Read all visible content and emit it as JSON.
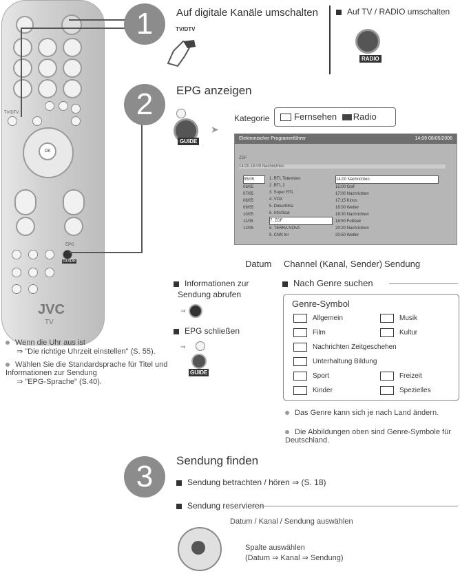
{
  "remote": {
    "brand": "JVC",
    "sub": "TV",
    "tv_dtv_tag": "TV/DTV",
    "ok_label": "OK",
    "epg_tag": "EPG",
    "guide_tag": "GUIDE"
  },
  "step1": {
    "number": "1",
    "title": "Auf digitale Kanäle umschalten",
    "button_label": "TV/DTV",
    "alt_title": "Auf TV / RADIO umschalten",
    "alt_button": "RADIO"
  },
  "step2": {
    "number": "2",
    "title": "EPG anzeigen",
    "button_label": "GUIDE",
    "kategorie_label": "Kategorie",
    "cat_tv": "Fernsehen",
    "cat_radio": "Radio",
    "epg": {
      "header_title": "Elektronischer Programmführer",
      "header_time": "14:09   08/05/2006",
      "channel_name": "ZDF",
      "now_info": "14:00-15:00  Nachrichten",
      "dates": [
        "05/05",
        "06/05",
        "07/05",
        "08/05",
        "09/05",
        "10/05",
        "11/05",
        "12/05"
      ],
      "channels": [
        "1. RTL Television",
        "2. RTL 2",
        "3. Super RTL",
        "4. VOX",
        "5. Doku/KiKa",
        "6. Info/3sat",
        "7. ZDF",
        "8. TERRA NOVA",
        "9. CNN Int"
      ],
      "programs": [
        "14:00 Nachrichten",
        "15:00 Golf",
        "17:00 Nachrichten",
        "17:15 Kinos",
        "18:00 Wetter",
        "18:30 Nachrichten",
        "18:50 Fußball",
        "20:20 Nachrichten",
        "20:50 Wetter"
      ]
    },
    "label_datum": "Datum",
    "label_channel": "Channel (Kanal, Sender)",
    "label_sendung": "Sendung",
    "info_title_1": "Informationen zur",
    "info_title_2": "Sendung abrufen",
    "epg_close": "EPG schließen",
    "guide_small": "GUIDE",
    "genre_search": "Nach Genre suchen",
    "genre_title": "Genre-Symbol",
    "genres_left": [
      "Allgemein",
      "Film",
      "Nachrichten Zeitgeschehen",
      "Unterhaltung Bildung",
      "Sport",
      "Kinder"
    ],
    "genres_right": [
      "Musik",
      "Kultur",
      "",
      "",
      "Freizeit",
      "Spezielles"
    ],
    "genre_note_1": "Das Genre kann sich je nach Land ändern.",
    "genre_note_2": "Die Abbildungen oben sind Genre-Symbole für Deutschland."
  },
  "notes": {
    "n1": "Wenn die Uhr aus ist",
    "n1_ref": "\"Die richtige Uhrzeit einstellen\" (S. 55).",
    "n2": "Wählen Sie die Standardsprache für Titel und Informationen zur Sendung",
    "n2_ref": "\"EPG-Sprache\" (S.40)."
  },
  "step3": {
    "number": "3",
    "title": "Sendung finden",
    "item1": "Sendung betrachten / hören ⇒ (S. 18)",
    "item2": "Sendung reservieren",
    "nav1": "Datum / Kanal / Sendung auswählen",
    "nav2a": "Spalte auswählen",
    "nav2b": "(Datum ⇒ Kanal ⇒ Sendung)"
  }
}
